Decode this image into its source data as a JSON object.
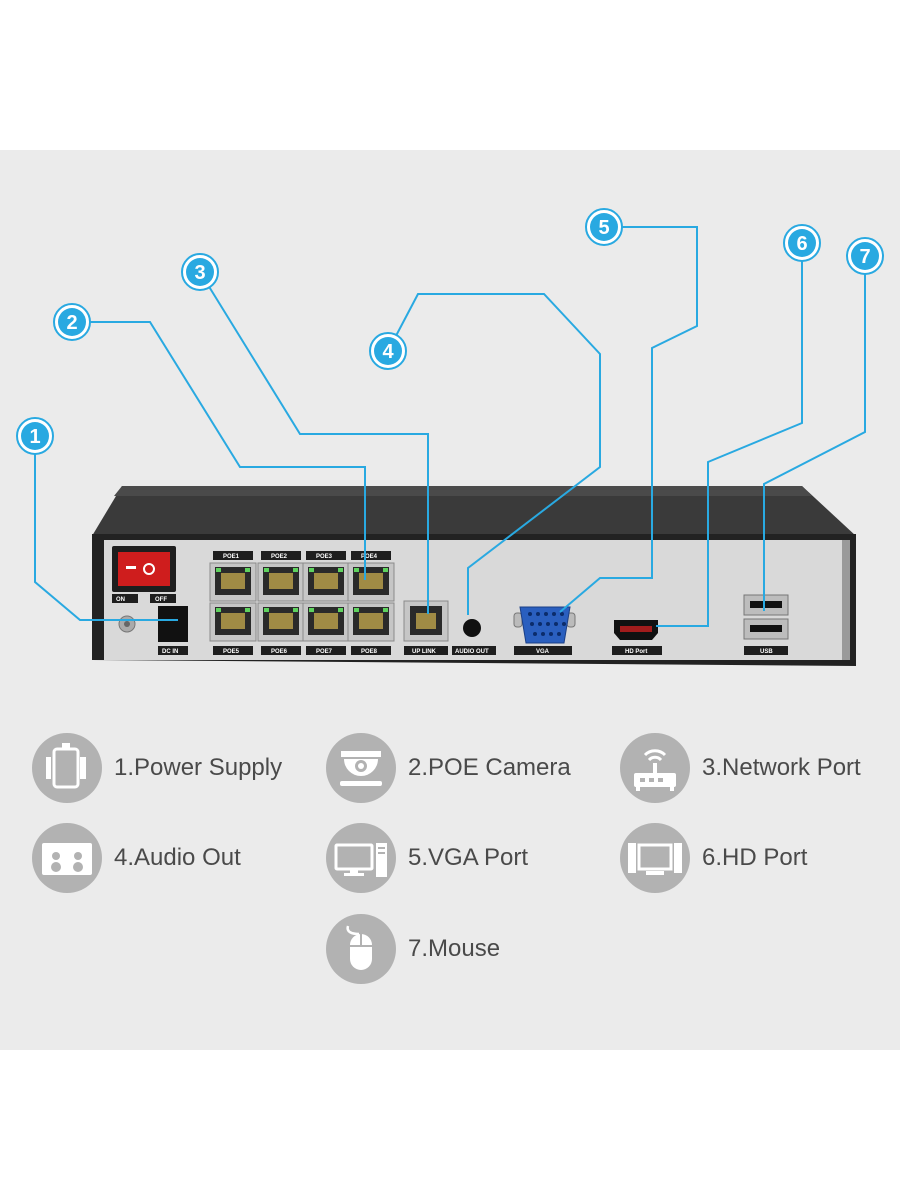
{
  "callouts": [
    "1",
    "2",
    "3",
    "4",
    "5",
    "6",
    "7"
  ],
  "device": {
    "switch_on": "ON",
    "switch_off": "OFF",
    "dc_in": "DC IN",
    "poe_top": [
      "POE1",
      "POE2",
      "POE3",
      "POE4"
    ],
    "poe_bottom": [
      "POE5",
      "POE6",
      "POE7",
      "POE8"
    ],
    "uplink": "UP LINK",
    "audio_out": "AUDIO OUT",
    "vga": "VGA",
    "hd_port": "HD Port",
    "usb": "USB"
  },
  "legend": [
    {
      "label": "1.Power Supply",
      "icon": "power-supply-icon"
    },
    {
      "label": "2.POE Camera",
      "icon": "dome-camera-icon"
    },
    {
      "label": "3.Network Port",
      "icon": "router-icon"
    },
    {
      "label": "4.Audio Out",
      "icon": "speaker-icon"
    },
    {
      "label": "5.VGA Port",
      "icon": "monitor-icon"
    },
    {
      "label": "6.HD Port",
      "icon": "tv-icon"
    },
    {
      "label": "7.Mouse",
      "icon": "mouse-icon"
    }
  ],
  "colors": {
    "accent": "#29a9e1",
    "background": "#ebebeb",
    "icon_circle": "#b2b2b2"
  }
}
